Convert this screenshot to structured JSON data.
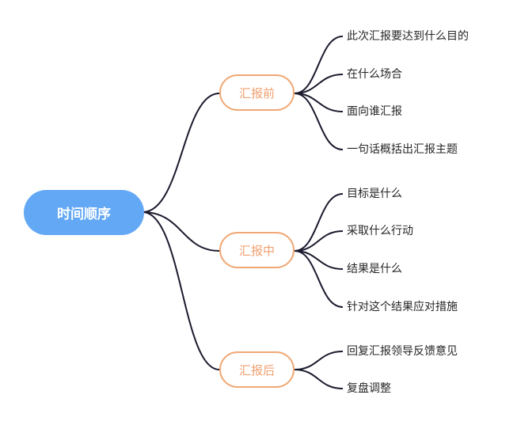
{
  "root": {
    "label": "时间顺序",
    "color": "#62a8f5"
  },
  "branch_style": {
    "border_color": "#f0a875",
    "text_color": "#f0a070",
    "line_color": "#1a1a2e"
  },
  "branches": [
    {
      "label": "汇报前",
      "children": [
        "此次汇报要达到什么目的",
        "在什么场合",
        "面向谁汇报",
        "一句话概括出汇报主题"
      ]
    },
    {
      "label": "汇报中",
      "children": [
        "目标是什么",
        "采取什么行动",
        "结果是什么",
        "针对这个结果应对措施"
      ]
    },
    {
      "label": "汇报后",
      "children": [
        "回复汇报领导反馈意见",
        "复盘调整"
      ]
    }
  ]
}
